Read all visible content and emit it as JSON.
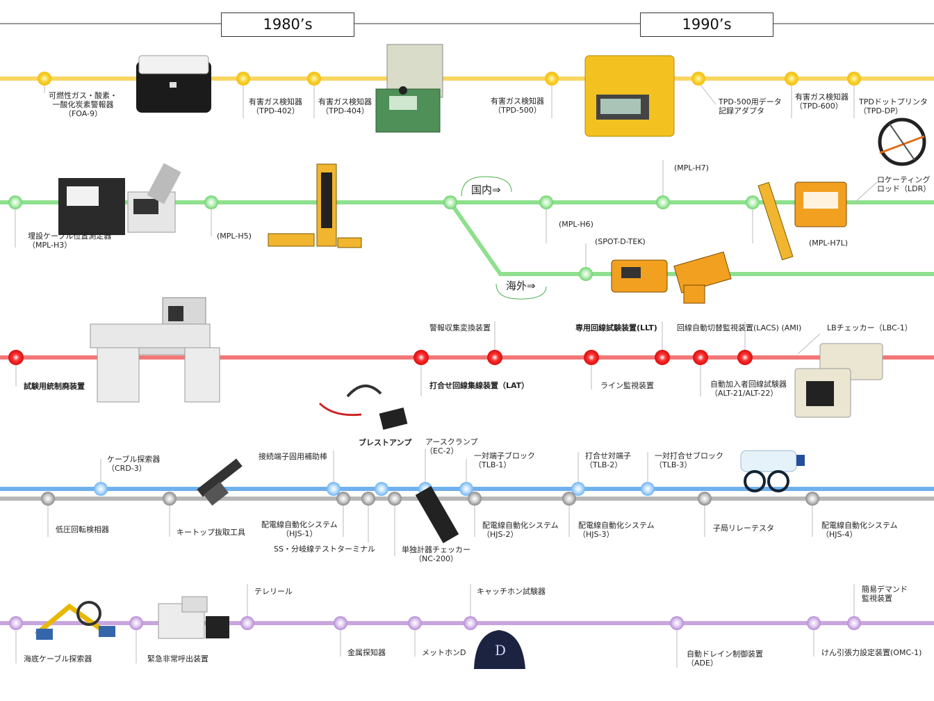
{
  "eras": [
    "1980’s",
    "1990’s"
  ],
  "colors": {
    "yellow": "#f8d660",
    "yellow_dot": "#f1c40f",
    "green": "#8ee08e",
    "green_dot": "#64cc64",
    "red": "#f27878",
    "red_dot": "#e01818",
    "blue": "#6fb0ee",
    "blue_dot": "#5aa8ee",
    "gray": "#b7b7b7",
    "gray_dot": "#8c8c8c",
    "purple": "#c9a6de",
    "purple_dot": "#b98ad8"
  },
  "tracks": {
    "yellow": [
      "可燃性ガス・酸素・\n一酸化炭素警報器\n（FOA-9）",
      "有害ガス検知器\n（TPD-402）",
      "有害ガス検知器\n（TPD-404）",
      "有害ガス検知器\n（TPD-500）",
      "TPD-500用データ\n記録アダプタ",
      "有害ガス検知器\n（TPD-600）",
      "TPDドットプリンタ\n（TPD-DP）"
    ],
    "green": [
      "埋設ケーブル位置測定器\n（MPL-H3）",
      "(MPL-H5)",
      "(MPL-H6)",
      "(MPL-H7)",
      "(SPOT-D-TEK)",
      "(MPL-H7L)",
      "ロケーティング\nロッド（LDR）"
    ],
    "green_bubbles": [
      "国内⇒",
      "海外⇒"
    ],
    "red": [
      "試験用統制廃装置",
      "警報収集変換装置",
      "打合せ回線集線装置（LAT）",
      "専用回線試験装置(LLT)",
      "ライン監視装置",
      "回線自動切替監視装置(LACS) (AMI)",
      "自動加入者回線試験器\n（ALT-21/ALT-22）",
      "LBチェッカー（LBC-1）"
    ],
    "blue": [
      "ケーブル探索器\n（CRD-3）",
      "接続端子固用補助棒",
      "ブレストアンプ",
      "アースクランプ\n（EC-2）",
      "一対端子ブロック\n（TLB-1）",
      "打合せ対端子\n（TLB-2）",
      "一対打合せブロック\n（TLB-3）"
    ],
    "gray": [
      "低圧回転検相器",
      "キートップ抜取工具",
      "配電線自動化システム\n（HJS-1）",
      "SS・分岐線テストターミナル",
      "単独計器チェッカー\n（NC-200）",
      "配電線自動化システム\n（HJS-2）",
      "配電線自動化システム\n（HJS-3）",
      "子局リレーテスタ",
      "配電線自動化システム\n（HJS-4）"
    ],
    "purple": [
      "海底ケーブル探索器",
      "緊急非常呼出装置",
      "テレリール",
      "金属探知器",
      "メットホンD",
      "キャッチホン試験器",
      "自動ドレイン制御装置\n（ADE）",
      "けん引張力設定装置(OMC-1)",
      "簡易デマンド\n監視装置"
    ]
  }
}
